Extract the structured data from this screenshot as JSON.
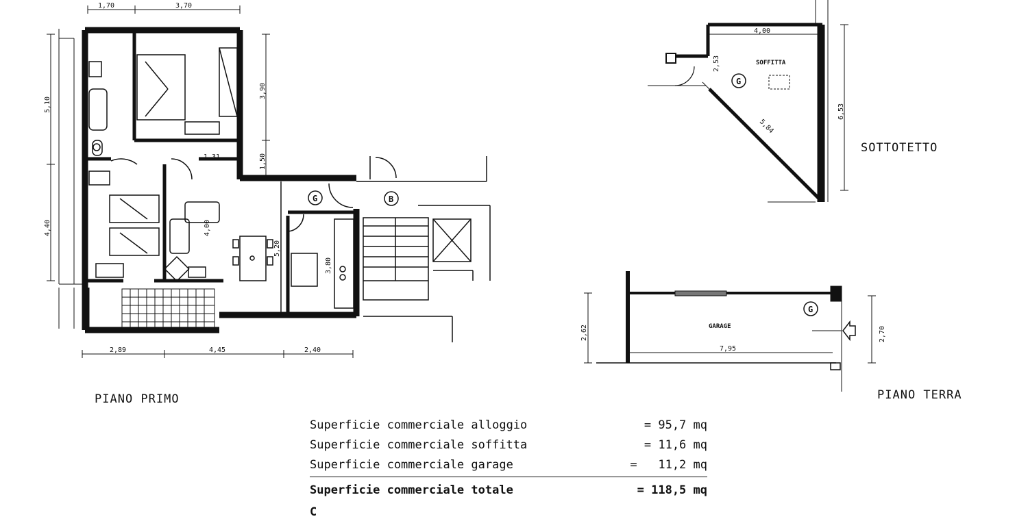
{
  "titles": {
    "first_floor": "PIANO PRIMO",
    "ground_floor": "PIANO TERRA",
    "attic": "SOTTOTETTO"
  },
  "rooms": {
    "attic": "SOFFITTA",
    "garage": "GARAGE"
  },
  "markers": {
    "g_apartment": "G",
    "b_stair": "B",
    "g_attic": "G",
    "g_garage": "G"
  },
  "dimensions": {
    "top_left": "1,70",
    "top_right": "3,70",
    "left_upper": "5,10",
    "left_lower": "4,40",
    "bedroom_height": "3,90",
    "corridor_height": "1,50",
    "closet": "1,31",
    "living_height": "4,00",
    "hall_height": "5,20",
    "kitchen_height": "3,80",
    "bottom_a": "2,89",
    "bottom_b": "4,45",
    "bottom_c": "2,40",
    "attic_width": "4,00",
    "attic_side": "2,53",
    "attic_diagonal": "5,84",
    "attic_height": "6,53",
    "garage_depth_left": "2,62",
    "garage_depth_right": "2,70",
    "garage_length": "7,95"
  },
  "summary": [
    {
      "label": "Superficie commerciale alloggio",
      "value": "= 95,7 mq"
    },
    {
      "label": "Superficie commerciale soffitta",
      "value": "= 11,6 mq"
    },
    {
      "label": "Superficie commerciale garage",
      "value": "=   11,2 mq"
    }
  ],
  "total": {
    "label": "Superficie commerciale totale",
    "value": "= 118,5 mq"
  },
  "footnote": "C"
}
